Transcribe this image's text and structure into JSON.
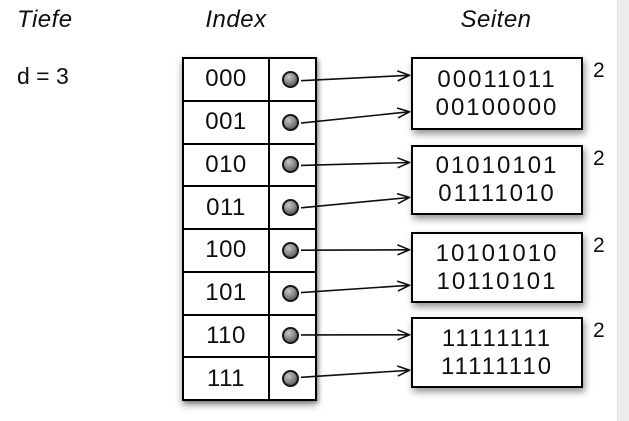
{
  "labels": {
    "depth_header": "Tiefe",
    "depth_value": "d = 3",
    "index_header": "Index",
    "pages_header": "Seiten"
  },
  "index_table": {
    "entries": [
      "000",
      "001",
      "010",
      "011",
      "100",
      "101",
      "110",
      "111"
    ]
  },
  "pages": [
    {
      "values": [
        "00011011",
        "00100000"
      ],
      "local_depth": "2"
    },
    {
      "values": [
        "01010101",
        "01111010"
      ],
      "local_depth": "2"
    },
    {
      "values": [
        "10101010",
        "10110101"
      ],
      "local_depth": "2"
    },
    {
      "values": [
        "11111111",
        "11111110"
      ],
      "local_depth": "2"
    }
  ],
  "links": [
    {
      "entry": "000",
      "page": 0,
      "slot": 0
    },
    {
      "entry": "001",
      "page": 0,
      "slot": 1
    },
    {
      "entry": "010",
      "page": 1,
      "slot": 0
    },
    {
      "entry": "011",
      "page": 1,
      "slot": 1
    },
    {
      "entry": "100",
      "page": 2,
      "slot": 0
    },
    {
      "entry": "101",
      "page": 2,
      "slot": 1
    },
    {
      "entry": "110",
      "page": 3,
      "slot": 0
    },
    {
      "entry": "111",
      "page": 3,
      "slot": 1
    }
  ],
  "colors": {
    "ink": "#0f0f0f",
    "box_background": "#ffffff",
    "right_strip": "#ededed"
  }
}
